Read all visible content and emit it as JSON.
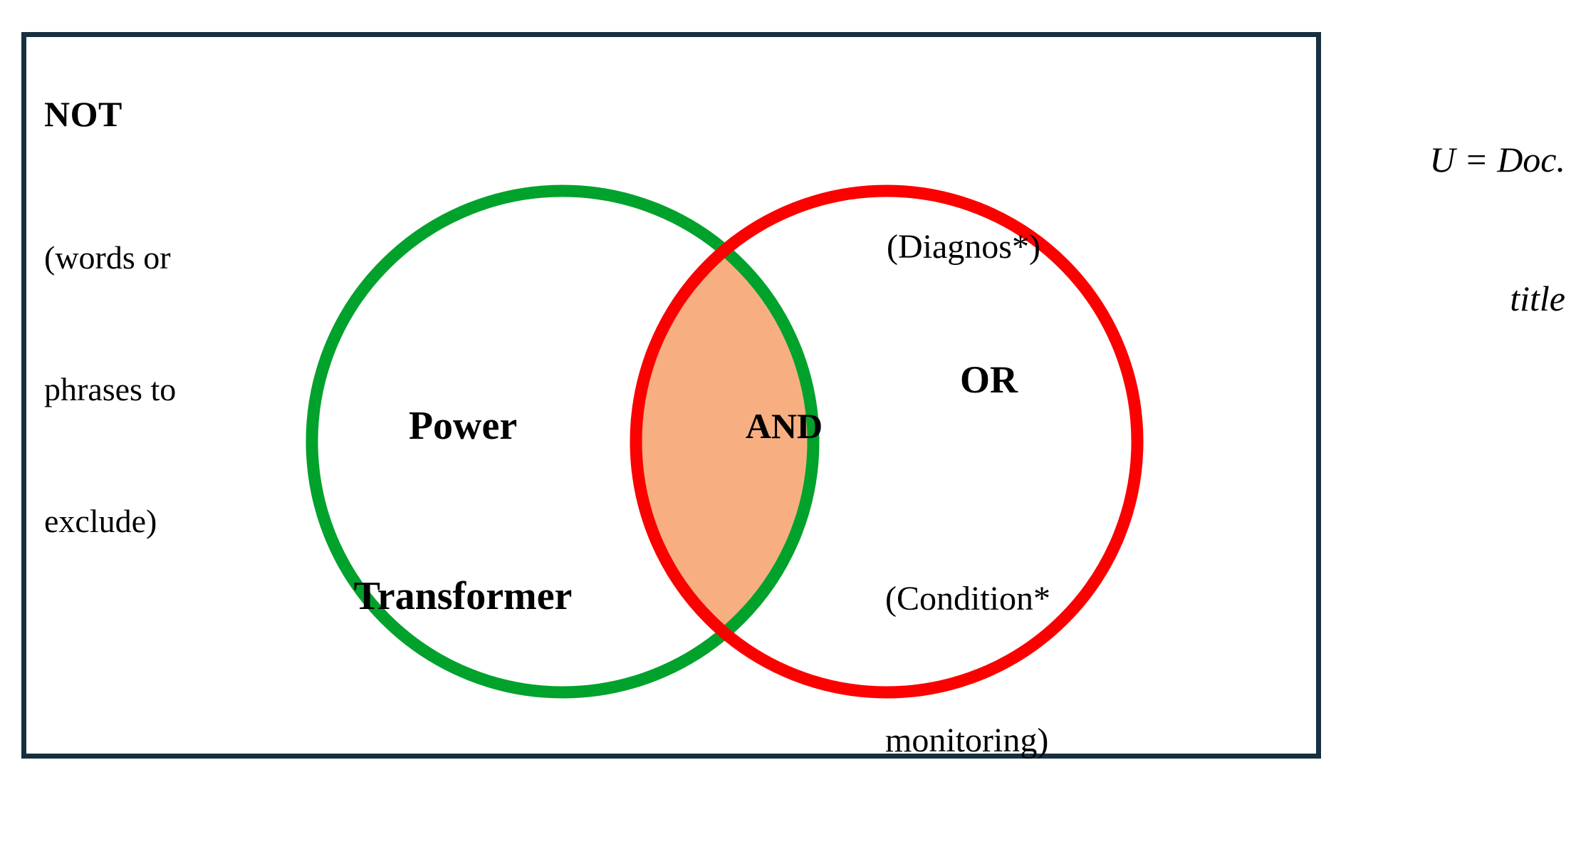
{
  "diagram": {
    "type": "venn",
    "title_equation": {
      "line1": "U = Doc.",
      "line2": "title"
    },
    "frame": {
      "border_color": "#16303f",
      "background_color": "#ffffff"
    },
    "left_outside": {
      "operator": "NOT",
      "description_lines": [
        "(words or",
        "phrases to",
        "exclude)"
      ]
    },
    "left_set": {
      "color": "#00a22b",
      "label_lines": [
        "Power",
        "Transformer"
      ]
    },
    "intersection": {
      "operator": "AND",
      "fill_color": "#f7af82"
    },
    "right_set": {
      "color": "#fc0000",
      "term_1": "(Diagnos*)",
      "operator": "OR",
      "term_2_lines": [
        "(Condition*",
        "monitoring)"
      ]
    }
  }
}
